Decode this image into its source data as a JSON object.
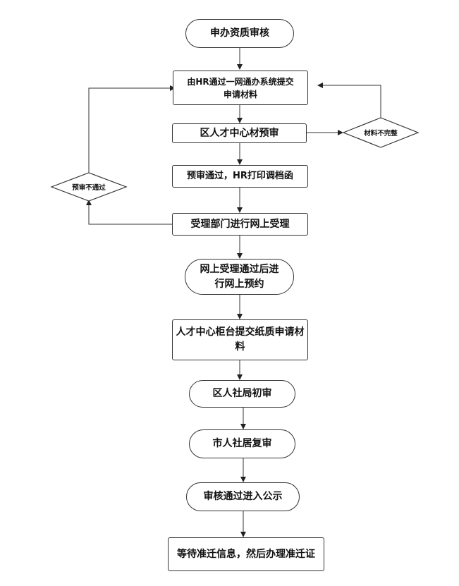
{
  "nodes": {
    "start": "申办资质审核",
    "submit_line1": "由HR通过一网通办系统提交",
    "submit_line2": "申请材料",
    "pre_review": "区人才中心材预审",
    "pre_pass": "预审通过，HR打印调档函",
    "dept_accept": "受理部门进行网上受理",
    "appointment_line1": "网上受理通过后进",
    "appointment_line2": "行网上预约",
    "counter_line1": "人才中心柜台提交纸质申请材",
    "counter_line2": "料",
    "district_review": "区人社局初审",
    "city_review": "市人社居复审",
    "publicity": "审核通过进入公示",
    "final": "等待准迁信息，然后办理准迁证"
  },
  "decisions": {
    "incomplete": "材料不完整",
    "not_passed": "预审不通过"
  }
}
